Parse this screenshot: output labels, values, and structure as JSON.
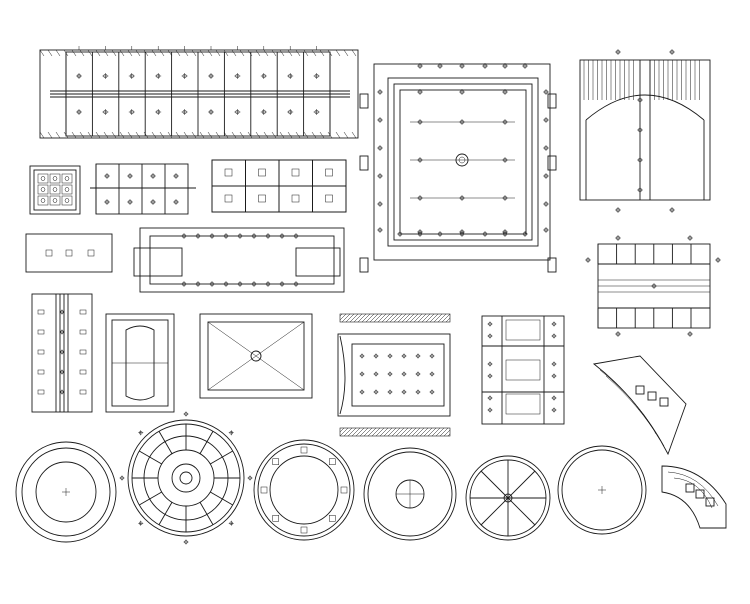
{
  "drawing": {
    "style": "cad-ceiling-plan-linework",
    "colors": {
      "line": "#1a1a1a",
      "background": "#ffffff"
    },
    "panels": [
      {
        "name": "long-beam-ceiling-plan"
      },
      {
        "name": "square-coffered-ceiling-plan"
      },
      {
        "name": "arched-ceiling-plan"
      },
      {
        "name": "nine-grid-ceiling-plan"
      },
      {
        "name": "small-grid-ceiling-plan"
      },
      {
        "name": "eight-cell-ceiling-plan"
      },
      {
        "name": "strip-light-ceiling-plan"
      },
      {
        "name": "framed-strip-ceiling-plan"
      },
      {
        "name": "double-grid-ceiling-plan"
      },
      {
        "name": "column-strip-ceiling-plan"
      },
      {
        "name": "lens-ceiling-plan"
      },
      {
        "name": "diagonal-ceiling-plan"
      },
      {
        "name": "hatched-grid-ceiling-plan"
      },
      {
        "name": "segmented-column-ceiling-plan"
      },
      {
        "name": "curved-band-ceiling-plan"
      },
      {
        "name": "round-ceiling-plan-1"
      },
      {
        "name": "radial-coffer-ceiling-plan"
      },
      {
        "name": "round-ceiling-plan-3"
      },
      {
        "name": "round-ceiling-plan-4"
      },
      {
        "name": "spoke-ceiling-plan"
      },
      {
        "name": "round-ceiling-plan-6"
      },
      {
        "name": "curved-strip-ceiling-plan"
      }
    ]
  }
}
